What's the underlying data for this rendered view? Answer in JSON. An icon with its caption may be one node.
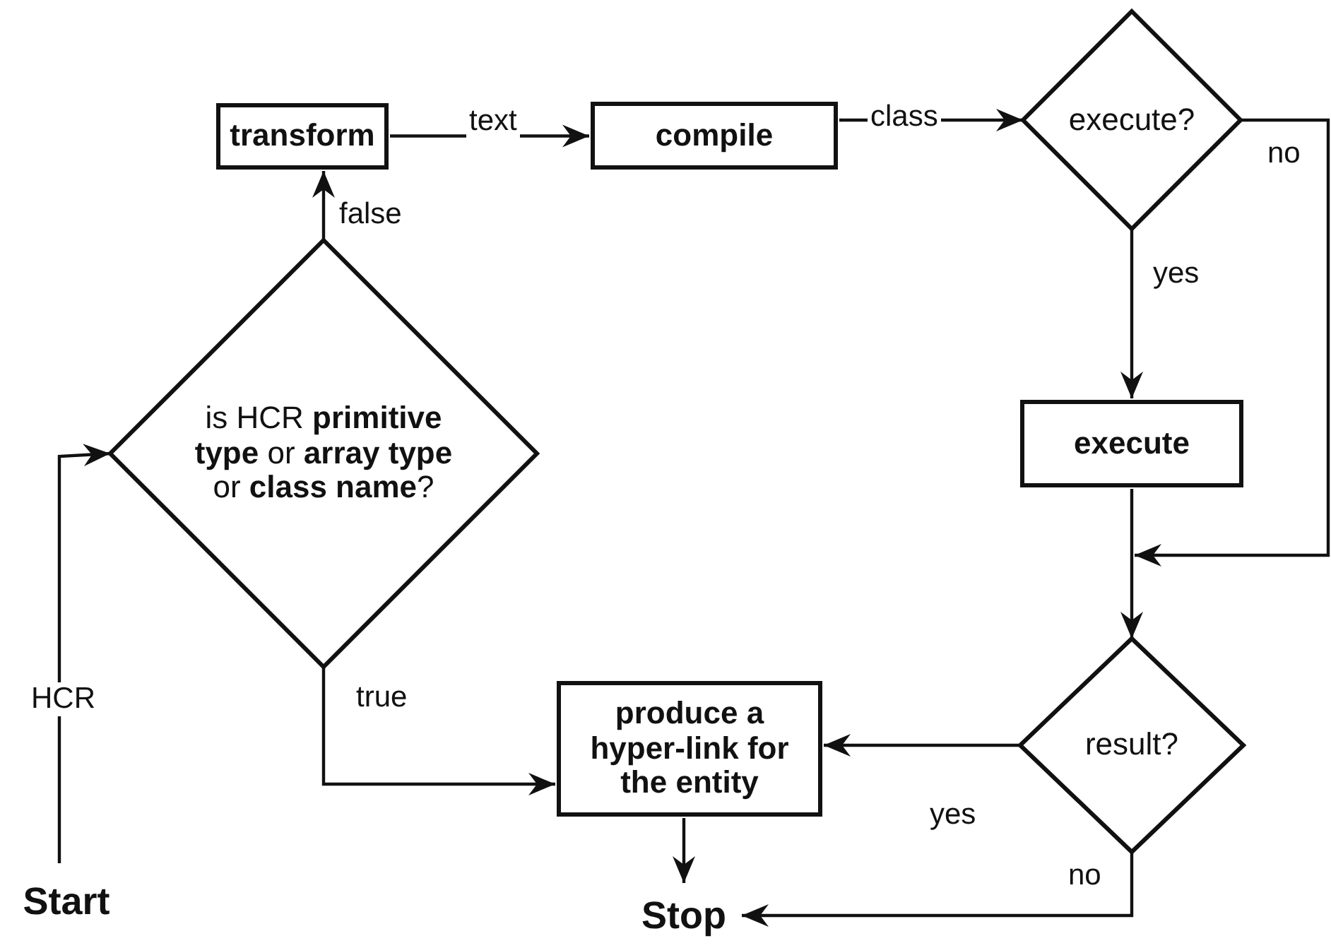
{
  "diagram": {
    "nodes": [
      {
        "text": [
          "Start"
        ]
      },
      {
        "text": [
          "is HCR **primitive type** or **array type** or **class name**?"
        ]
      },
      {
        "text": [
          "transform"
        ]
      },
      {
        "text": [
          "compile"
        ]
      },
      {
        "text": [
          "execute?"
        ]
      },
      {
        "text": [
          "execute"
        ]
      },
      {
        "text": [
          "result?"
        ]
      },
      {
        "text": [
          "produce a hyper-link for the entity"
        ]
      },
      {
        "text": [
          "Stop"
        ]
      }
    ],
    "edges": [
      {
        "from": 0,
        "to": 1,
        "arrow": "to",
        "label": "HCR"
      },
      {
        "from": 1,
        "to": 2,
        "arrow": "to",
        "label": "false"
      },
      {
        "from": 2,
        "to": 3,
        "arrow": "to",
        "label": "text"
      },
      {
        "from": 3,
        "to": 4,
        "arrow": "to",
        "label": "class"
      },
      {
        "from": 4,
        "to": 6,
        "arrow": "to",
        "label": "no"
      },
      {
        "from": 4,
        "to": 5,
        "arrow": "to",
        "label": "yes"
      },
      {
        "from": 5,
        "to": 6,
        "arrow": "to"
      },
      {
        "from": 1,
        "to": 7,
        "arrow": "to",
        "label": "true"
      },
      {
        "from": 6,
        "to": 7,
        "arrow": "to",
        "label": "yes"
      },
      {
        "from": 7,
        "to": 8,
        "arrow": "to"
      },
      {
        "from": 6,
        "to": 8,
        "arrow": "to",
        "label": "no"
      }
    ]
  }
}
